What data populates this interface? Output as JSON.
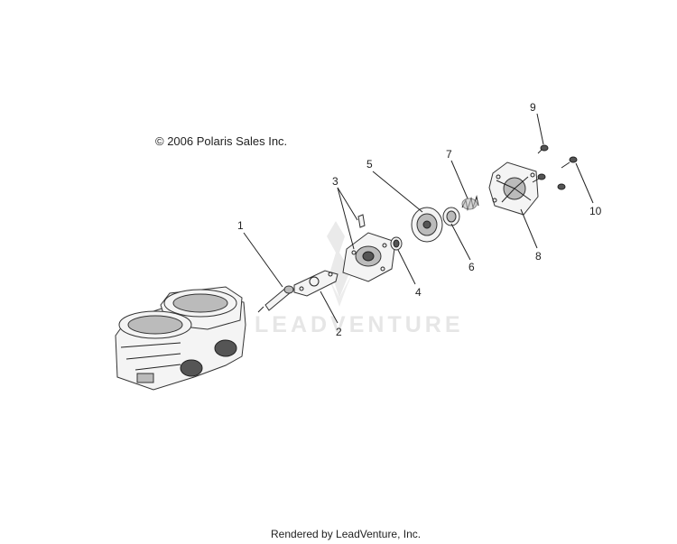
{
  "copyright": "© 2006 Polaris Sales Inc.",
  "watermark": "LEADVENTURE",
  "footer": "Rendered by LeadVenture, Inc.",
  "callouts": [
    "1",
    "2",
    "3",
    "4",
    "5",
    "6",
    "7",
    "8",
    "9",
    "10"
  ]
}
